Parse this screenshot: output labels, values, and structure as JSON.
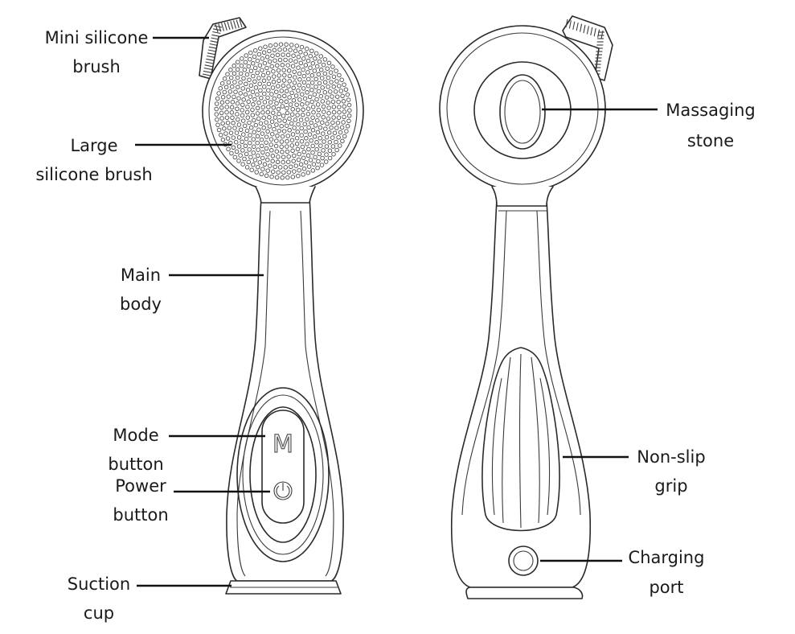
{
  "labels": {
    "mini_brush": {
      "line1": "Mini silicone",
      "line2": "brush"
    },
    "large_brush": {
      "line1": "Large",
      "line2": "silicone brush"
    },
    "main_body": {
      "line1": "Main",
      "line2": "body"
    },
    "mode_button": {
      "line1": "Mode",
      "line2": "button"
    },
    "power_button": {
      "line1": "Power",
      "line2": "button"
    },
    "suction_cup": {
      "line1": "Suction",
      "line2": "cup"
    },
    "massaging_stone": {
      "line1": "Massaging",
      "line2": "stone"
    },
    "non_slip_grip": {
      "line1": "Non-slip",
      "line2": "grip"
    },
    "charging_port": {
      "line1": "Charging",
      "line2": "port"
    }
  },
  "mode_button_glyph": "M",
  "colors": {
    "ink": "#2a2a2a",
    "label": "#1a1a1a",
    "background": "#ffffff"
  }
}
